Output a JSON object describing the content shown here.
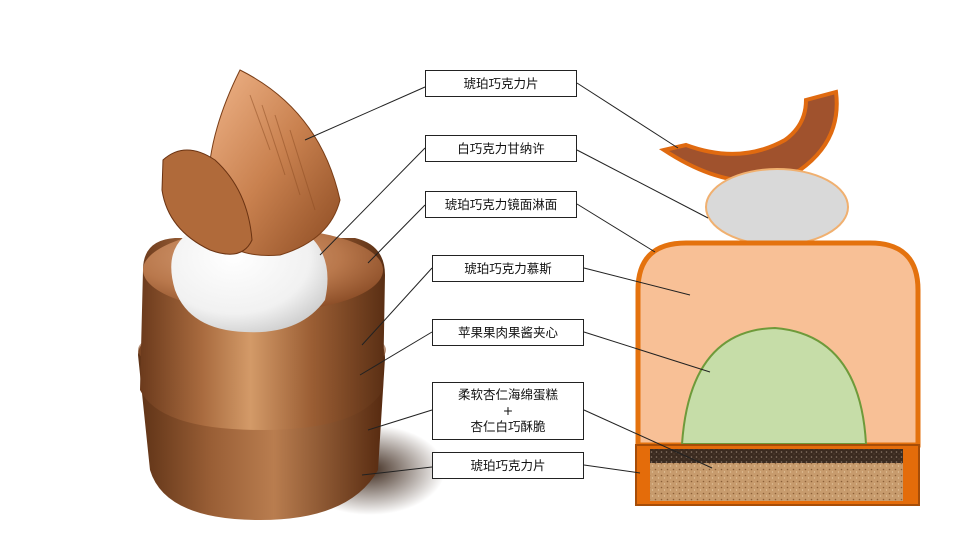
{
  "labels": [
    {
      "id": "amber-chocolate-chip-top",
      "text": "琥珀巧克力片"
    },
    {
      "id": "white-chocolate-ganache",
      "text": "白巧克力甘纳许"
    },
    {
      "id": "amber-chocolate-glaze",
      "text": "琥珀巧克力镜面淋面"
    },
    {
      "id": "amber-chocolate-mousse",
      "text": "琥珀巧克力慕斯"
    },
    {
      "id": "apple-compote-insert",
      "text": "苹果果肉果酱夹心"
    },
    {
      "id": "sponge-and-crunch",
      "lines": [
        "柔软杏仁海绵蛋糕",
        "+",
        "杏仁白巧酥脆"
      ]
    },
    {
      "id": "amber-chocolate-chip-bottom",
      "text": "琥珀巧克力片"
    }
  ],
  "colors": {
    "chip": "#A0522D",
    "chip_outline": "#E06A10",
    "ganache": "#D9D9D9",
    "ganache_outline": "#F0B070",
    "mousse": "#F8C096",
    "mousse_outline": "#E4720E",
    "insert": "#C6DDA8",
    "insert_outline": "#6E9A3A",
    "sponge_dark": "#3A2A1E",
    "crunch": "#C49A6C",
    "band": "#E46C0A"
  }
}
